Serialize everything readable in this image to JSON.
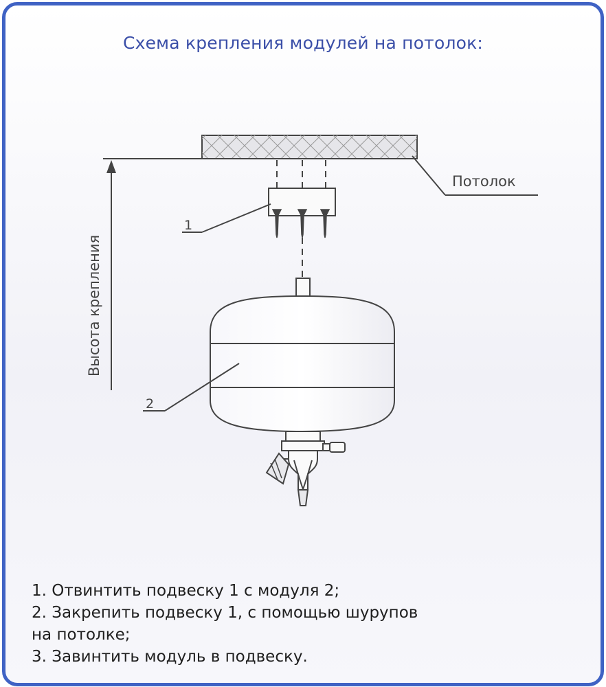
{
  "title": "Схема крепления модулей на потолок:",
  "labels": {
    "ceiling": "Потолок",
    "height": "Высота крепления",
    "part1": "1",
    "part2": "2"
  },
  "instructions": [
    "1. Отвинтить подвеску 1 с модуля 2;",
    "2. Закрепить подвеску 1, с помощью шурупов",
    "на потолке;",
    "3. Завинтить модуль в подвеску."
  ],
  "colors": {
    "frame": "#3f62c4",
    "title": "#3b4fa8",
    "line": "#444444"
  }
}
